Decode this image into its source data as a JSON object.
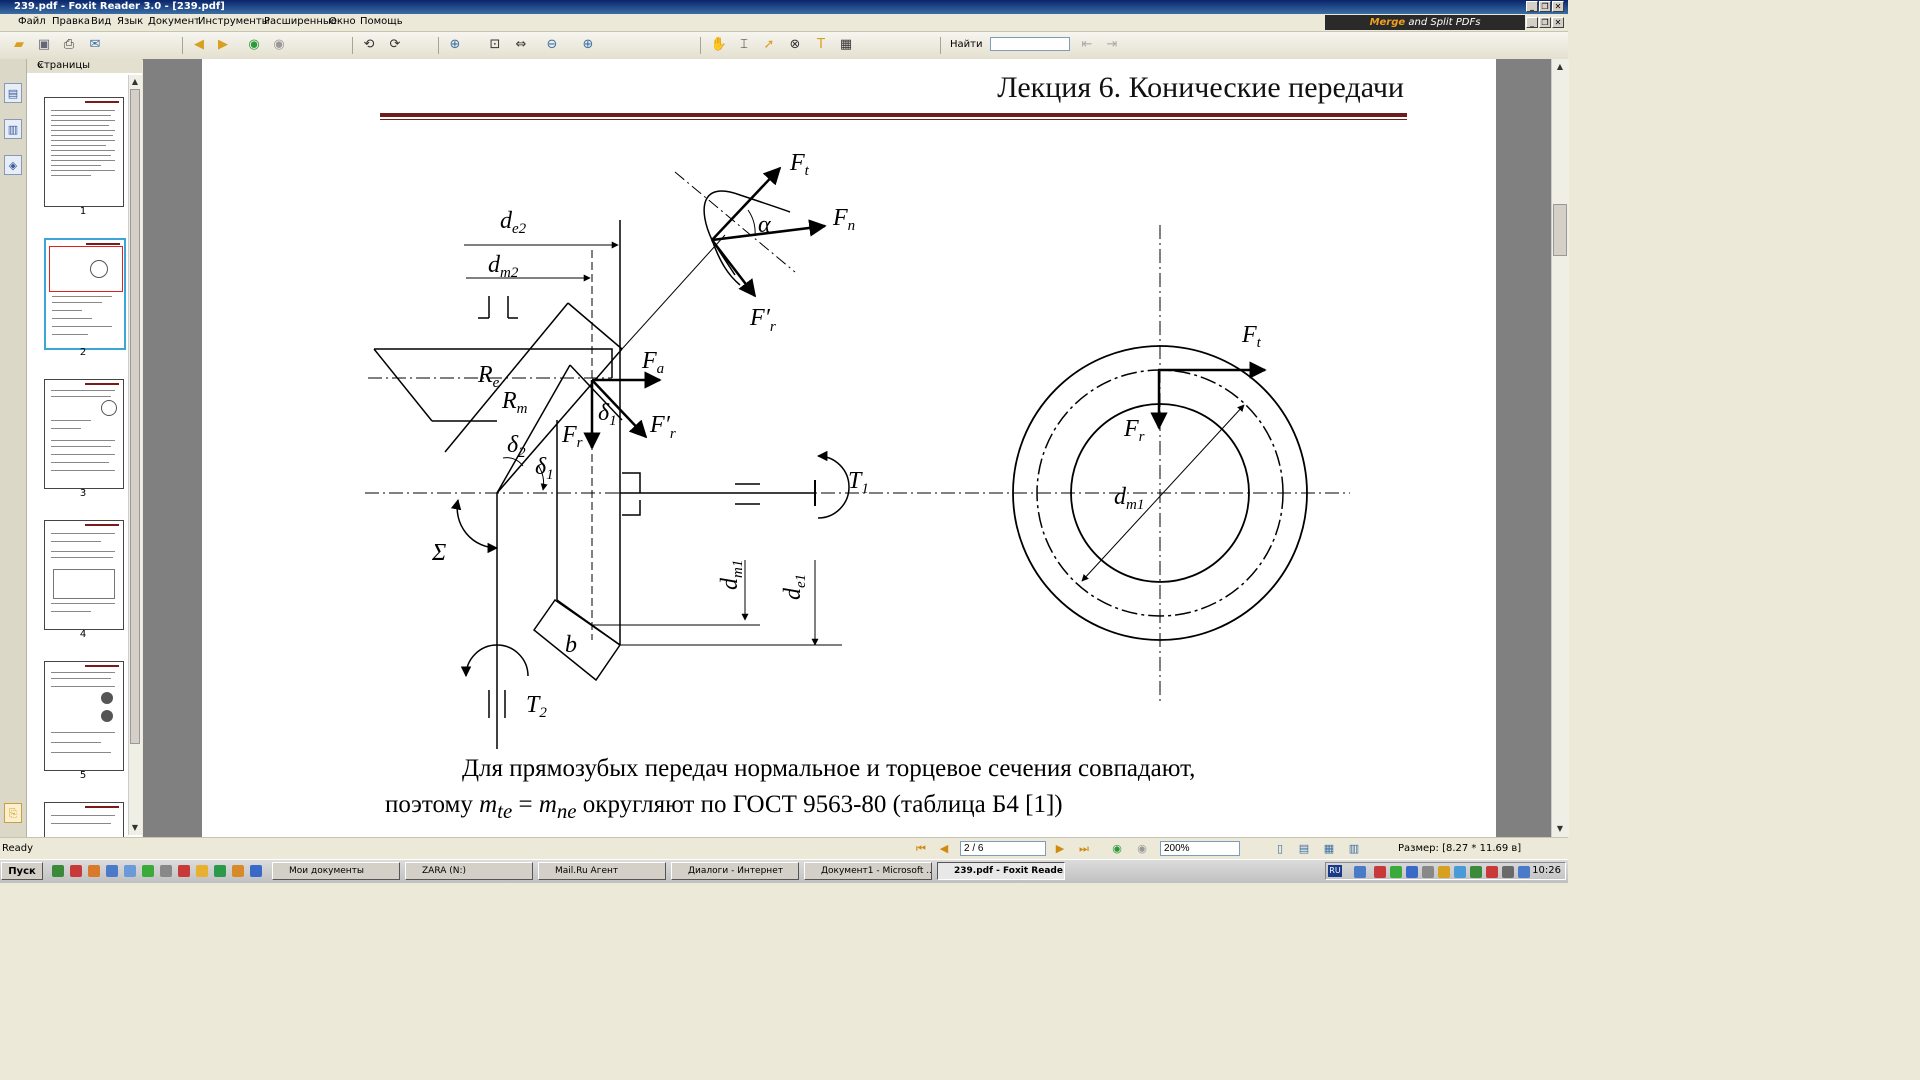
{
  "window": {
    "title": "239.pdf - Foxit Reader 3.0 - [239.pdf]",
    "min": "_",
    "restore": "❐",
    "close": "✕"
  },
  "menu": [
    "Файл",
    "Правка",
    "Вид",
    "Язык",
    "Документ",
    "Инструменты",
    "Расширенные",
    "Окно",
    "Помощь"
  ],
  "banner": {
    "merge": "Merge",
    "rest": " and Split PDFs"
  },
  "toolbar": {
    "find_label": "Найти",
    "find_value": ""
  },
  "panel": {
    "title": "Страницы",
    "thumbnails": [
      "1",
      "2",
      "3",
      "4",
      "5"
    ],
    "selected": "2"
  },
  "page": {
    "header": "Лекция 6. Конические передачи",
    "para_line1": "Для прямозубых передач нормальное и торцевое сечения совпадают,",
    "para_line2_pre": "поэтому ",
    "formula_lhs": "m",
    "formula_lhs_sub": "te",
    "formula_eq": " = ",
    "formula_rhs": "m",
    "formula_rhs_sub": "ne",
    "para_line2_post": " округляют по ГОСТ 9563-80 (таблица Б4 [1])"
  },
  "diagram_labels": {
    "de2": "d",
    "de2_sub": "e2",
    "dm2": "d",
    "dm2_sub": "m2",
    "Ft": "F",
    "Ft_sub": "t",
    "Fn": "F",
    "Fn_sub": "n",
    "Frp": "F′",
    "Frp_sub": "r",
    "alpha": "α",
    "Fa": "F",
    "Fa_sub": "a",
    "Re": "R",
    "Re_sub": "e",
    "Rm": "R",
    "Rm_sub": "m",
    "delta1": "δ",
    "delta1_sub": "1",
    "delta2": "δ",
    "delta2_sub": "2",
    "Fr": "F",
    "Fr_sub": "r",
    "T1": "T",
    "T1_sub": "1",
    "T2": "T",
    "T2_sub": "2",
    "Sigma": "Σ",
    "dm1": "d",
    "dm1_sub": "m1",
    "de1": "d",
    "de1_sub": "e1",
    "b": "b"
  },
  "status": {
    "ready": "Ready",
    "page_value": "2 / 6",
    "zoom_value": "200%",
    "size": "Размер: [8.27 * 11.69 в]"
  },
  "taskbar": {
    "start": "Пуск",
    "tasks": [
      "Мои документы",
      "ZARA (N:)",
      "Mail.Ru Агент",
      "Диалоги - Интернет",
      "Документ1 - Microsoft ...",
      "239.pdf - Foxit Reade..."
    ],
    "lang": "RU",
    "clock": "10:26"
  }
}
